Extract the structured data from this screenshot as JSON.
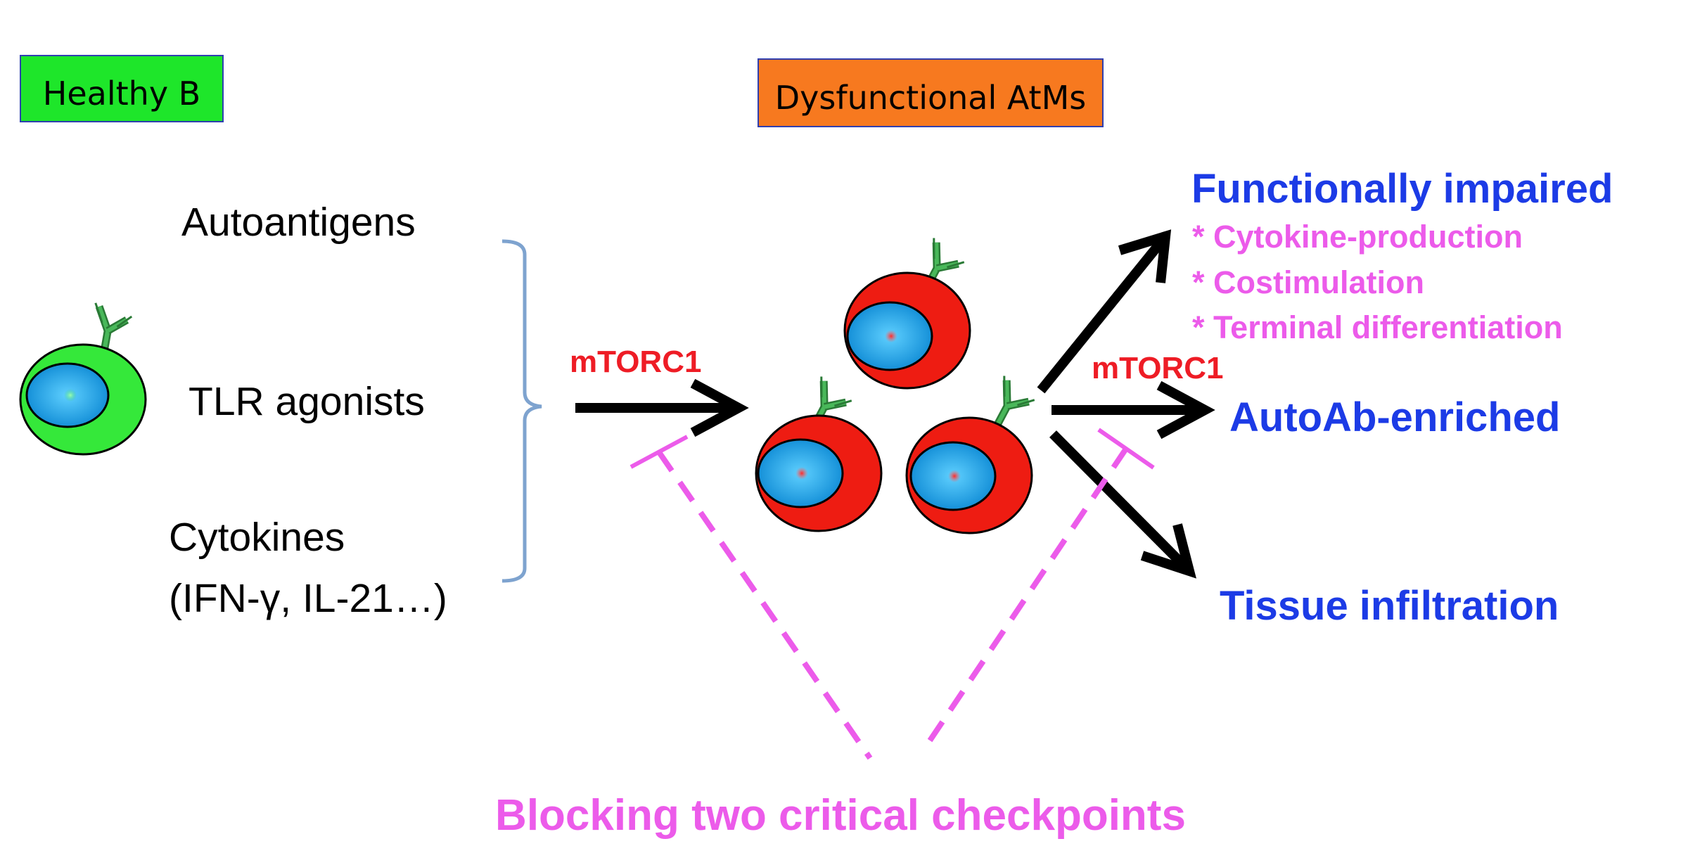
{
  "labels": {
    "healthy_b": "Healthy B",
    "dysfunctional": "Dysfunctional AtMs"
  },
  "stimuli": {
    "autoantigens": "Autoantigens",
    "tlr_agonists": "TLR agonists",
    "cytokines_line1": "Cytokines",
    "cytokines_line2": "(IFN-γ, IL-21…)"
  },
  "mtorc1_left": "mTORC1",
  "mtorc1_right": "mTORC1",
  "outcomes": {
    "functionally_impaired": "Functionally impaired",
    "sub_items": [
      "* Cytokine-production",
      "* Costimulation",
      "* Terminal differentiation"
    ],
    "autoab": "AutoAb-enriched",
    "tissue": "Tissue infiltration"
  },
  "bottom_label": "Blocking two critical checkpoints",
  "colors": {
    "healthy_box": "#1ee62a",
    "dysfunctional_box": "#f7791f",
    "box_border": "#2f3fb0",
    "healthy_cell": "#35e83a",
    "atm_cell": "#ee1c12",
    "nucleus": "#1aa0e3",
    "antibody": "#37a14a",
    "bracket": "#7ea3cf",
    "mtorc1": "#ee1c25",
    "outcome_blue": "#1c3be6",
    "inhibition_pink": "#ec5bea"
  }
}
